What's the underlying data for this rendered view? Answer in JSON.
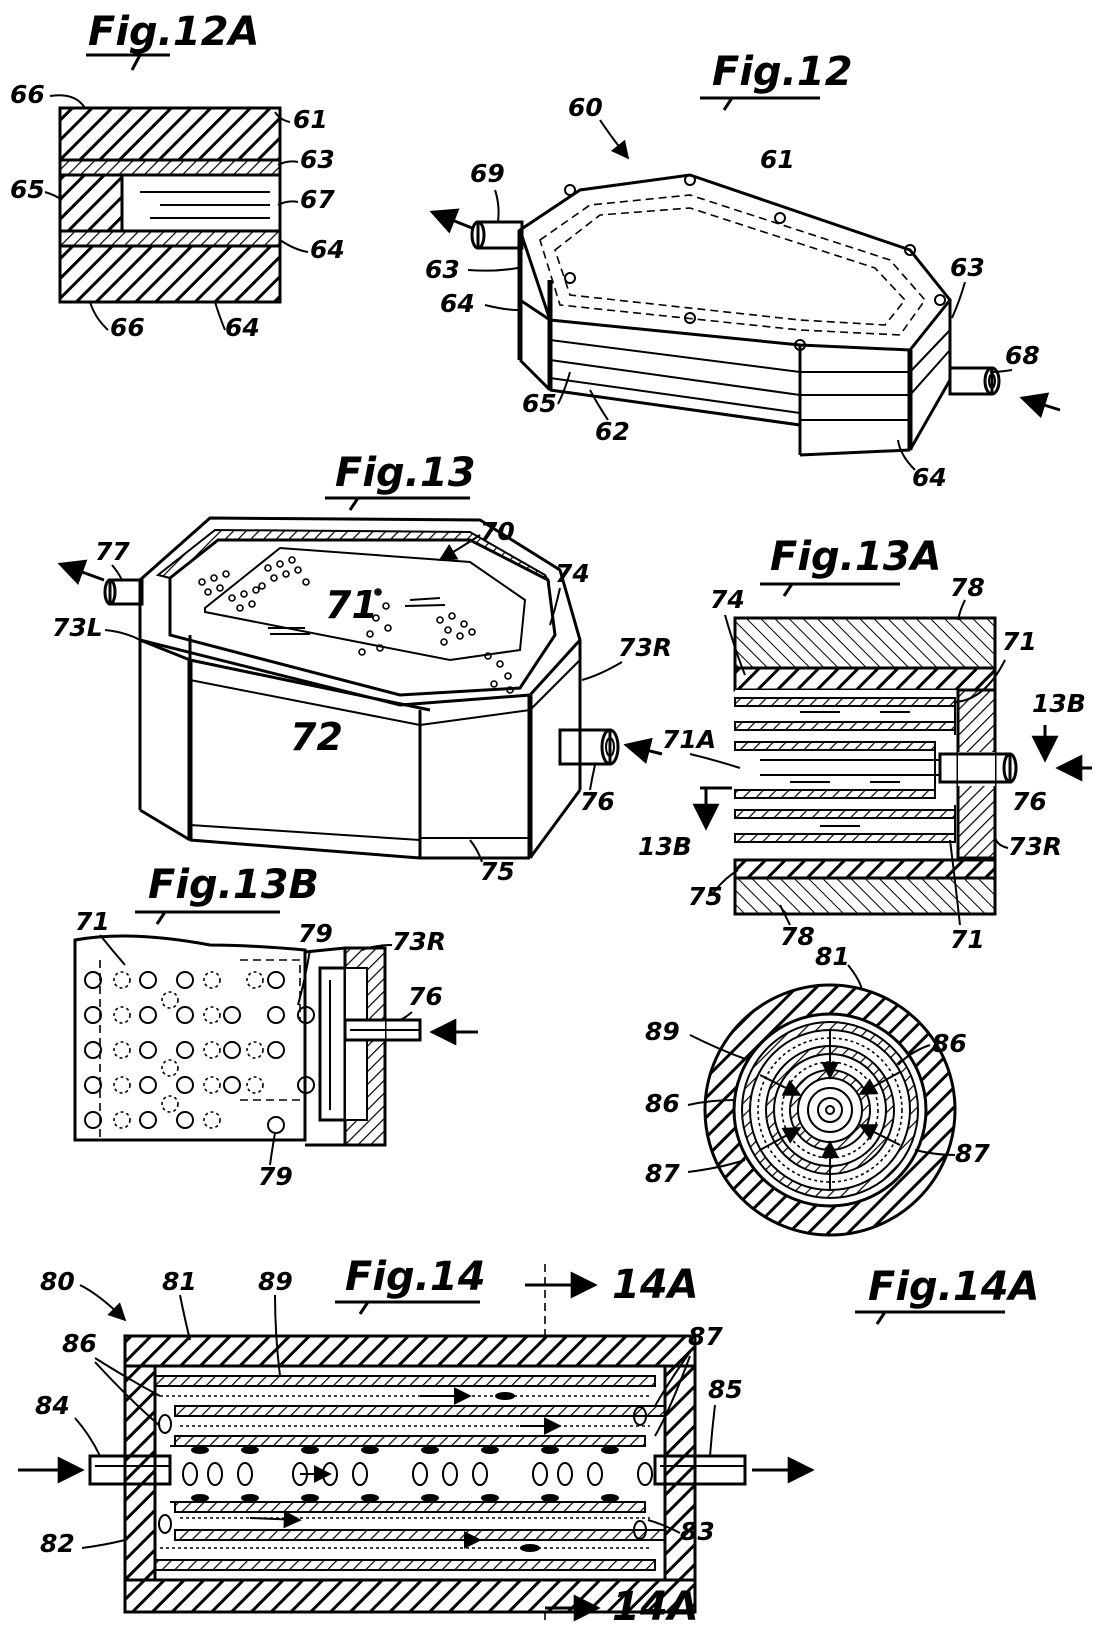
{
  "figures": {
    "fig12a": {
      "title": "Fig.12A",
      "labels": [
        "66",
        "61",
        "63",
        "65",
        "67",
        "64",
        "66",
        "64"
      ]
    },
    "fig12": {
      "title": "Fig.12",
      "labels": [
        "60",
        "61",
        "69",
        "63",
        "64",
        "63",
        "68",
        "65",
        "62",
        "64"
      ]
    },
    "fig13": {
      "title": "Fig.13",
      "labels": [
        "70",
        "77",
        "74",
        "73L",
        "71",
        "73R",
        "72",
        "76",
        "75"
      ]
    },
    "fig13a": {
      "title": "Fig.13A",
      "labels": [
        "78",
        "74",
        "71",
        "13B",
        "71A",
        "76",
        "13B",
        "73R",
        "75",
        "78",
        "71"
      ]
    },
    "fig13b": {
      "title": "Fig.13B",
      "labels": [
        "71",
        "79",
        "73R",
        "76",
        "79"
      ]
    },
    "fig14a": {
      "title": "Fig.14A",
      "labels": [
        "81",
        "89",
        "86",
        "86",
        "87",
        "87"
      ]
    },
    "fig14": {
      "title": "Fig.14",
      "labels": [
        "80",
        "81",
        "89",
        "14A",
        "86",
        "87",
        "84",
        "85",
        "82",
        "83",
        "14A"
      ]
    }
  },
  "colors": {
    "ink": "#000000",
    "paper": "#ffffff"
  }
}
